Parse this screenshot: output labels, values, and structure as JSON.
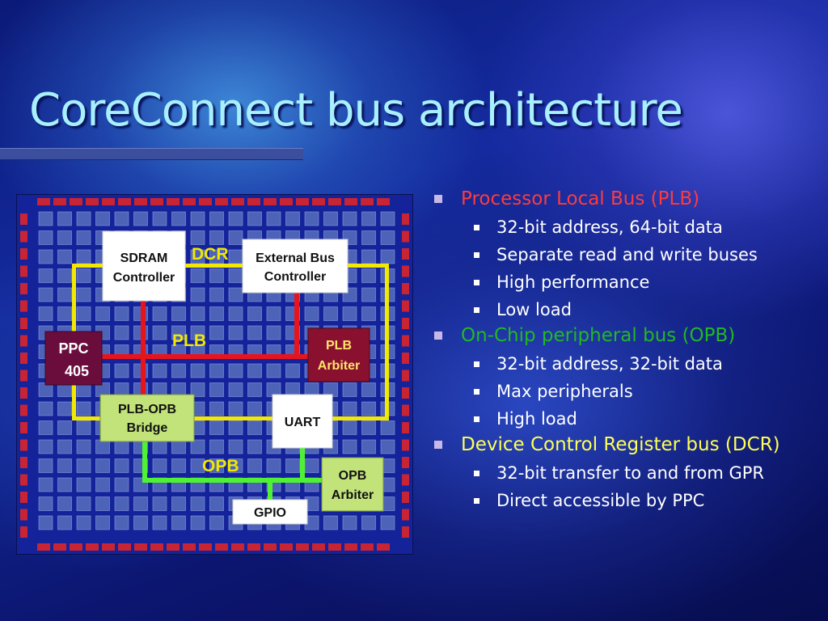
{
  "slide": {
    "title": "CoreConnect bus architecture"
  },
  "colors": {
    "plb": "#ff3b3b",
    "opb": "#22b822",
    "dcr": "#ffff55",
    "bus_red": "#e8141c",
    "bus_yellow": "#f2e800",
    "bus_green": "#4ff233"
  },
  "diagram": {
    "labels": {
      "dcr": "DCR",
      "plb": "PLB",
      "opb": "OPB"
    },
    "blocks": {
      "sdram": [
        "SDRAM",
        "Controller"
      ],
      "ext_bus": [
        "External Bus",
        "Controller"
      ],
      "ppc": [
        "PPC",
        "405"
      ],
      "plb_arbiter": [
        "PLB",
        "Arbiter"
      ],
      "plb_opb_bridge": [
        "PLB-OPB",
        "Bridge"
      ],
      "uart": [
        "UART"
      ],
      "opb_arbiter": [
        "OPB",
        "Arbiter"
      ],
      "gpio": [
        "GPIO"
      ]
    }
  },
  "bullets": [
    {
      "text": "Processor Local Bus (PLB)",
      "color": "red",
      "sub": [
        "32-bit address, 64-bit data",
        "Separate read and write buses",
        "High performance",
        "Low load"
      ]
    },
    {
      "text": "On-Chip peripheral bus (OPB)",
      "color": "green",
      "sub": [
        "32-bit address, 32-bit data",
        "Max peripherals",
        "High load"
      ]
    },
    {
      "text": "Device Control Register bus (DCR)",
      "color": "yellow",
      "sub": [
        "32-bit transfer to and from GPR",
        "Direct accessible by PPC"
      ]
    }
  ]
}
